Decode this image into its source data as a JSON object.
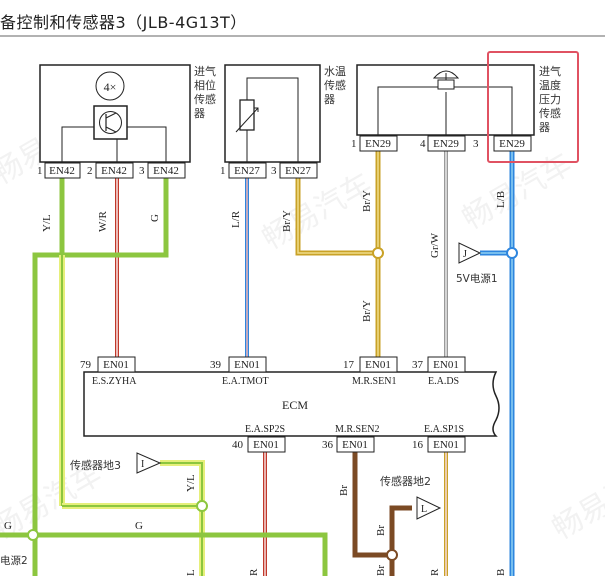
{
  "page_title": "备控制和传感器3（JLB-4G13T）",
  "watermark": "畅易汽车",
  "components": {
    "cam_sensor": {
      "label_lines": [
        "进气",
        "相位",
        "传感",
        "器"
      ],
      "symbol_text": "4×"
    },
    "coolant_sensor": {
      "label_lines": [
        "水温",
        "传感",
        "器"
      ]
    },
    "map_sensor": {
      "label_lines": [
        "进气",
        "温度",
        "压力",
        "传感",
        "器"
      ]
    }
  },
  "pins": {
    "en42_1": {
      "num": "1",
      "conn": "EN42"
    },
    "en42_2": {
      "num": "2",
      "conn": "EN42"
    },
    "en42_3": {
      "num": "3",
      "conn": "EN42"
    },
    "en27_1": {
      "num": "1",
      "conn": "EN27"
    },
    "en27_3": {
      "num": "3",
      "conn": "EN27"
    },
    "en29_1": {
      "num": "1",
      "conn": "EN29"
    },
    "en29_4": {
      "num": "4",
      "conn": "EN29"
    },
    "en29_3": {
      "num": "3",
      "conn": "EN29"
    },
    "en01_79": {
      "num": "79",
      "conn": "EN01"
    },
    "en01_39": {
      "num": "39",
      "conn": "EN01"
    },
    "en01_17": {
      "num": "17",
      "conn": "EN01"
    },
    "en01_37": {
      "num": "37",
      "conn": "EN01"
    },
    "en01_40": {
      "num": "40",
      "conn": "EN01"
    },
    "en01_36": {
      "num": "36",
      "conn": "EN01"
    },
    "en01_16": {
      "num": "16",
      "conn": "EN01"
    }
  },
  "ecm": {
    "name": "ECM",
    "signals_top": [
      "E.S.ZYHA",
      "E.A.TMOT",
      "M.R.SEN1",
      "E.A.DS"
    ],
    "signals_bottom": [
      "E.A.SP2S",
      "M.R.SEN2",
      "E.A.SP1S"
    ]
  },
  "wires": {
    "yl": "Y/L",
    "wr": "W/R",
    "g": "G",
    "lr": "L/R",
    "bry": "Br/Y",
    "grw": "Gr/W",
    "lb": "L/B",
    "br": "Br",
    "l": "L",
    "r": "R",
    "b": "B"
  },
  "refs": {
    "j": {
      "letter": "J",
      "text": "5V电源1"
    },
    "i": {
      "letter": "I",
      "text": "传感器地3"
    },
    "l": {
      "letter": "L",
      "text": "传感器地2"
    },
    "bottom_left": "电源2"
  },
  "colors": {
    "green": "#8cc63f",
    "yellow_green": "#e6ef7a",
    "red": "#c0392b",
    "pink": "#f4c4c4",
    "blue": "#2e86de",
    "cyan": "#8fd1f4",
    "gold": "#c9a227",
    "orange": "#e0a95a",
    "gray": "#9a9a9a",
    "brown": "#7b4a24",
    "highlight": "#e05262"
  }
}
